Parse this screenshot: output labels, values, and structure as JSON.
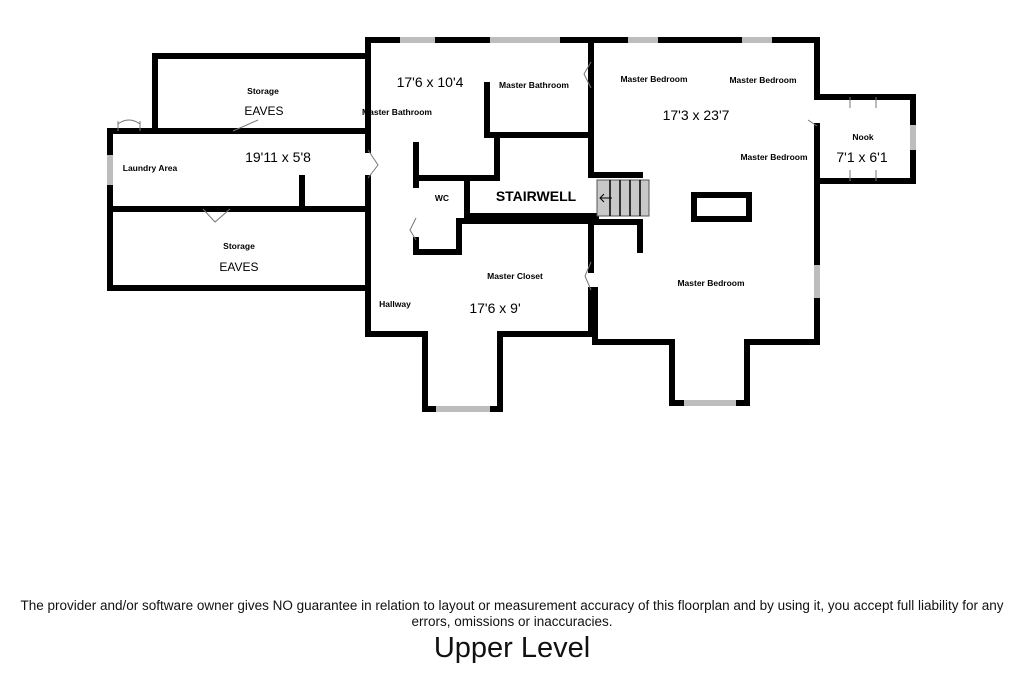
{
  "rooms": {
    "storage_top": "Storage",
    "eaves_top": "EAVES",
    "laundry": "Laundry Area",
    "laundry_dim": "19'11 x 5'8",
    "storage_bottom": "Storage",
    "eaves_bottom": "EAVES",
    "bath_dim": "17'6 x 10'4",
    "master_bath_1": "Master Bathroom",
    "master_bath_2": "Master Bathroom",
    "wc": "WC",
    "stairwell": "STAIRWELL",
    "master_closet": "Master Closet",
    "closet_dim": "17'6 x 9'",
    "hallway": "Hallway",
    "bed_1": "Master Bedroom",
    "bed_2": "Master Bedroom",
    "bed_3": "Master Bedroom",
    "bed_4": "Master Bedroom",
    "bed_dim": "17'3 x 23'7",
    "nook": "Nook",
    "nook_dim": "7'1 x 6'1"
  },
  "disclaimer": "The provider and/or software owner gives NO guarantee in relation to layout or measurement accuracy of this floorplan and by using it, you accept full liability for any errors, omissions or inaccuracies.",
  "level_title": "Upper Level"
}
